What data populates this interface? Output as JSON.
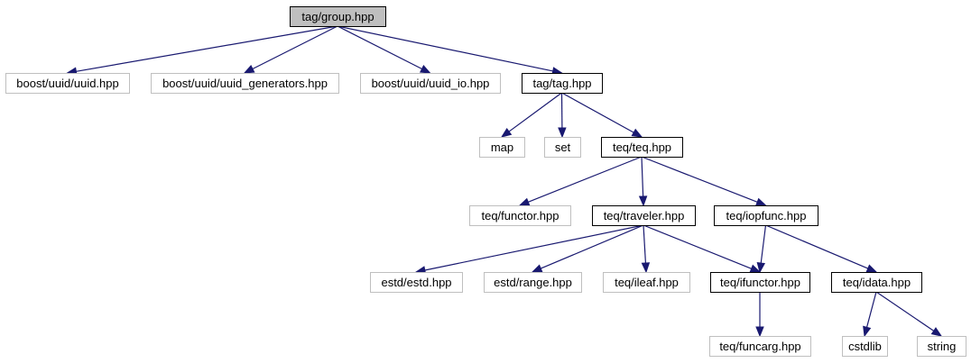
{
  "diagram": {
    "type": "include-dependency-graph",
    "colors": {
      "edge": "#191970",
      "root_fill": "#bfbfbf",
      "internal_border": "#000000",
      "external_border": "#bfbfbf"
    },
    "nodes": [
      {
        "id": "group",
        "label": "tag/group.hpp",
        "kind": "root"
      },
      {
        "id": "uuid",
        "label": "boost/uuid/uuid.hpp",
        "kind": "external"
      },
      {
        "id": "uuid_gen",
        "label": "boost/uuid/uuid_generators.hpp",
        "kind": "external"
      },
      {
        "id": "uuid_io",
        "label": "boost/uuid/uuid_io.hpp",
        "kind": "external"
      },
      {
        "id": "tag",
        "label": "tag/tag.hpp",
        "kind": "internal"
      },
      {
        "id": "map",
        "label": "map",
        "kind": "external"
      },
      {
        "id": "set",
        "label": "set",
        "kind": "external"
      },
      {
        "id": "teq",
        "label": "teq/teq.hpp",
        "kind": "internal"
      },
      {
        "id": "functor",
        "label": "teq/functor.hpp",
        "kind": "external"
      },
      {
        "id": "traveler",
        "label": "teq/traveler.hpp",
        "kind": "internal"
      },
      {
        "id": "iopfunc",
        "label": "teq/iopfunc.hpp",
        "kind": "internal"
      },
      {
        "id": "estd",
        "label": "estd/estd.hpp",
        "kind": "external"
      },
      {
        "id": "range",
        "label": "estd/range.hpp",
        "kind": "external"
      },
      {
        "id": "ileaf",
        "label": "teq/ileaf.hpp",
        "kind": "external"
      },
      {
        "id": "ifunctor",
        "label": "teq/ifunctor.hpp",
        "kind": "internal"
      },
      {
        "id": "idata",
        "label": "teq/idata.hpp",
        "kind": "internal"
      },
      {
        "id": "funcarg",
        "label": "teq/funcarg.hpp",
        "kind": "external"
      },
      {
        "id": "cstdlib",
        "label": "cstdlib",
        "kind": "external"
      },
      {
        "id": "string",
        "label": "string",
        "kind": "external"
      }
    ],
    "edges": [
      {
        "from": "group",
        "to": "uuid"
      },
      {
        "from": "group",
        "to": "uuid_gen"
      },
      {
        "from": "group",
        "to": "uuid_io"
      },
      {
        "from": "group",
        "to": "tag"
      },
      {
        "from": "tag",
        "to": "map"
      },
      {
        "from": "tag",
        "to": "set"
      },
      {
        "from": "tag",
        "to": "teq"
      },
      {
        "from": "teq",
        "to": "functor"
      },
      {
        "from": "teq",
        "to": "traveler"
      },
      {
        "from": "teq",
        "to": "iopfunc"
      },
      {
        "from": "traveler",
        "to": "estd"
      },
      {
        "from": "traveler",
        "to": "range"
      },
      {
        "from": "traveler",
        "to": "ileaf"
      },
      {
        "from": "traveler",
        "to": "ifunctor"
      },
      {
        "from": "iopfunc",
        "to": "ifunctor"
      },
      {
        "from": "iopfunc",
        "to": "idata"
      },
      {
        "from": "ifunctor",
        "to": "funcarg"
      },
      {
        "from": "idata",
        "to": "cstdlib"
      },
      {
        "from": "idata",
        "to": "string"
      }
    ]
  }
}
